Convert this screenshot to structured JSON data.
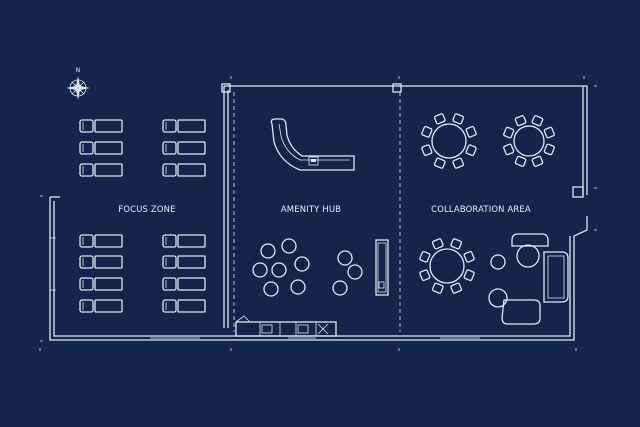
{
  "plan": {
    "zones": {
      "focus": "FOCUS ZONE",
      "amenity": "AMENITY HUB",
      "collaboration": "COLLABORATION AREA"
    },
    "compass_letter": "N"
  },
  "colors": {
    "background": "#11264a",
    "linework": "#dfe8f6"
  }
}
